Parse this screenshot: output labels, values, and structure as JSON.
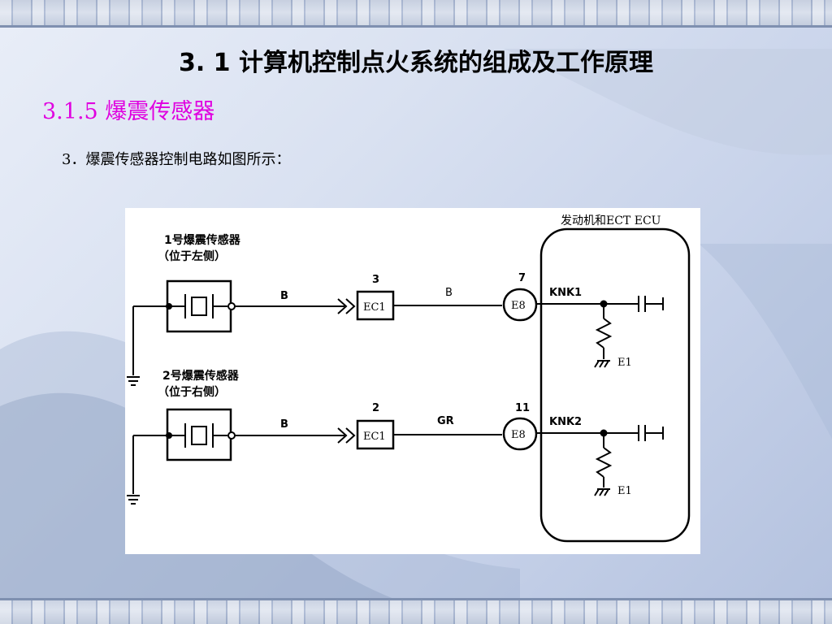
{
  "slide": {
    "title": "3. 1  计算机控制点火系统的组成及工作原理",
    "section": "3.1.5   爆震传感器",
    "text": "3．爆震传感器控制电路如图所示："
  },
  "diagram": {
    "ecu_label": "发动机和ECT ECU",
    "sensor1": {
      "name": "1号爆震传感器",
      "position": "（位于左侧）"
    },
    "sensor2": {
      "name": "2号爆震传感器",
      "position": "（位于右侧）"
    },
    "wire1_sensor": "B",
    "wire1_ecu": "B",
    "wire2_sensor": "B",
    "wire2_ecu": "GR",
    "conn1_num": "3",
    "conn1_label": "EC1",
    "conn2_num": "2",
    "conn2_label": "EC1",
    "pin1_num": "7",
    "pin1_label": "E8",
    "pin2_num": "11",
    "pin2_label": "E8",
    "signal1": "KNK1",
    "signal2": "KNK2",
    "ground1": "E1",
    "ground2": "E1"
  },
  "colors": {
    "title": "#000000",
    "section": "#e000e0",
    "text": "#000000",
    "diagram_bg": "#ffffff",
    "line": "#000000"
  }
}
